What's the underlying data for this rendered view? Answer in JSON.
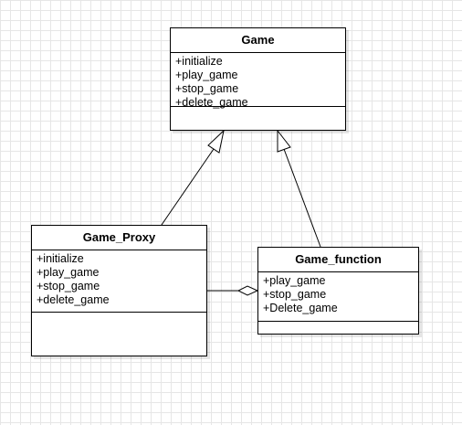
{
  "classes": {
    "game": {
      "name": "Game",
      "methods": [
        "+initialize",
        "+play_game",
        "+stop_game",
        "+delete_game"
      ]
    },
    "proxy": {
      "name": "Game_Proxy",
      "methods": [
        "+initialize",
        "+play_game",
        "+stop_game",
        "+delete_game"
      ]
    },
    "func": {
      "name": "Game_function",
      "methods": [
        "+play_game",
        "+stop_game",
        "+Delete_game"
      ]
    }
  },
  "relations": [
    {
      "type": "generalization",
      "from": "Game_Proxy",
      "to": "Game"
    },
    {
      "type": "generalization",
      "from": "Game_function",
      "to": "Game"
    },
    {
      "type": "aggregation",
      "from": "Game_Proxy",
      "to": "Game_function"
    }
  ]
}
